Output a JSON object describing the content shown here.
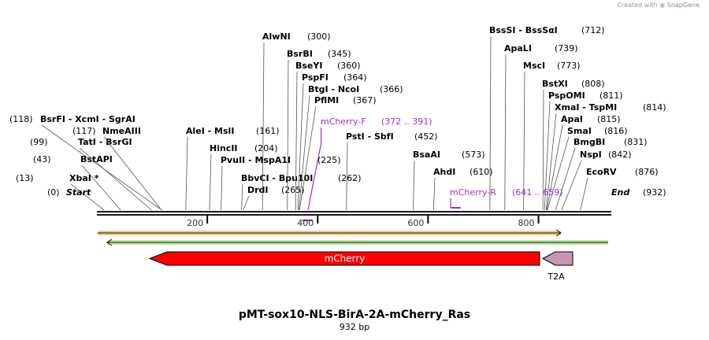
{
  "credit": {
    "prefix": "Created with",
    "brand": "SnapGene"
  },
  "map": {
    "name": "pMT-sox10-NLS-BirA-2A-mCherry_Ras",
    "length_label": "932 bp",
    "length": 932,
    "start_label": "Start",
    "start_pos": "(0)",
    "end_label": "End",
    "end_pos": "(932)",
    "ruler_ticks": [
      "200",
      "400",
      "600",
      "800"
    ],
    "ruler_values": [
      200,
      400,
      600,
      800
    ],
    "sites": [
      {
        "pos": "(13)",
        "name": "XbaI *",
        "bp": 13
      },
      {
        "pos": "(43)",
        "name": "BstAPI",
        "bp": 43
      },
      {
        "pos": "(99)",
        "name": "TatI  -  BsrGI",
        "bp": 99
      },
      {
        "pos": "(117)",
        "name": "NmeAIII",
        "bp": 117
      },
      {
        "pos": "(118)",
        "name": "BsrFI  -  XcmI  -  SgrAI",
        "bp": 118
      },
      {
        "pos": "(161)",
        "name": "AleI  -  MslI",
        "bp": 161
      },
      {
        "pos": "(204)",
        "name": "HincII",
        "bp": 204
      },
      {
        "pos": "(225)",
        "name": "PvuII  -  MspA1I",
        "bp": 225
      },
      {
        "pos": "(262)",
        "name": "BbvCI  -  Bpu10I",
        "bp": 262
      },
      {
        "pos": "(265)",
        "name": "DrdI",
        "bp": 265
      },
      {
        "pos": "(300)",
        "name": "AlwNI",
        "bp": 300
      },
      {
        "pos": "(345)",
        "name": "BsrBI",
        "bp": 345
      },
      {
        "pos": "(360)",
        "name": "BseYI",
        "bp": 360
      },
      {
        "pos": "(364)",
        "name": "PspFI",
        "bp": 364
      },
      {
        "pos": "(366)",
        "name": "BtgI  -  NcoI",
        "bp": 366
      },
      {
        "pos": "(367)",
        "name": "PflMI",
        "bp": 367
      },
      {
        "pos": "(452)",
        "name": "PstI  -  SbfI",
        "bp": 452
      },
      {
        "pos": "(573)",
        "name": "BsaAI",
        "bp": 573
      },
      {
        "pos": "(610)",
        "name": "AhdI",
        "bp": 610
      },
      {
        "pos": "(712)",
        "name": "BssSI  -  BssSαI",
        "bp": 712
      },
      {
        "pos": "(739)",
        "name": "ApaLI",
        "bp": 739
      },
      {
        "pos": "(773)",
        "name": "MscI",
        "bp": 773
      },
      {
        "pos": "(808)",
        "name": "BstXI",
        "bp": 808
      },
      {
        "pos": "(811)",
        "name": "PspOMI",
        "bp": 811
      },
      {
        "pos": "(814)",
        "name": "XmaI  -  TspMI",
        "bp": 814
      },
      {
        "pos": "(815)",
        "name": "ApaI",
        "bp": 815
      },
      {
        "pos": "(816)",
        "name": "SmaI",
        "bp": 816
      },
      {
        "pos": "(831)",
        "name": "BmgBI",
        "bp": 831
      },
      {
        "pos": "(842)",
        "name": "NspI",
        "bp": 842
      },
      {
        "pos": "(876)",
        "name": "EcoRV",
        "bp": 876
      }
    ],
    "primers": [
      {
        "name": "mCherry-F",
        "range": "(372 .. 391)",
        "start": 372,
        "end": 391,
        "dir": "forward"
      },
      {
        "name": "mCherry-R",
        "range": "(641 .. 659)",
        "start": 641,
        "end": 659,
        "dir": "reverse"
      }
    ],
    "features": [
      {
        "name": "mCherry",
        "start": 97,
        "end": 801,
        "dir": "reverse",
        "color": "#ff0000"
      },
      {
        "name": "T2A",
        "start": 802,
        "end": 858,
        "dir": "reverse",
        "color": "#c896b4"
      }
    ],
    "colors": {
      "primer": "#9b2fd9",
      "strand_top": "#e8a23c",
      "strand_bottom": "#7fd84a",
      "backbone": "#1a1a1a"
    }
  }
}
